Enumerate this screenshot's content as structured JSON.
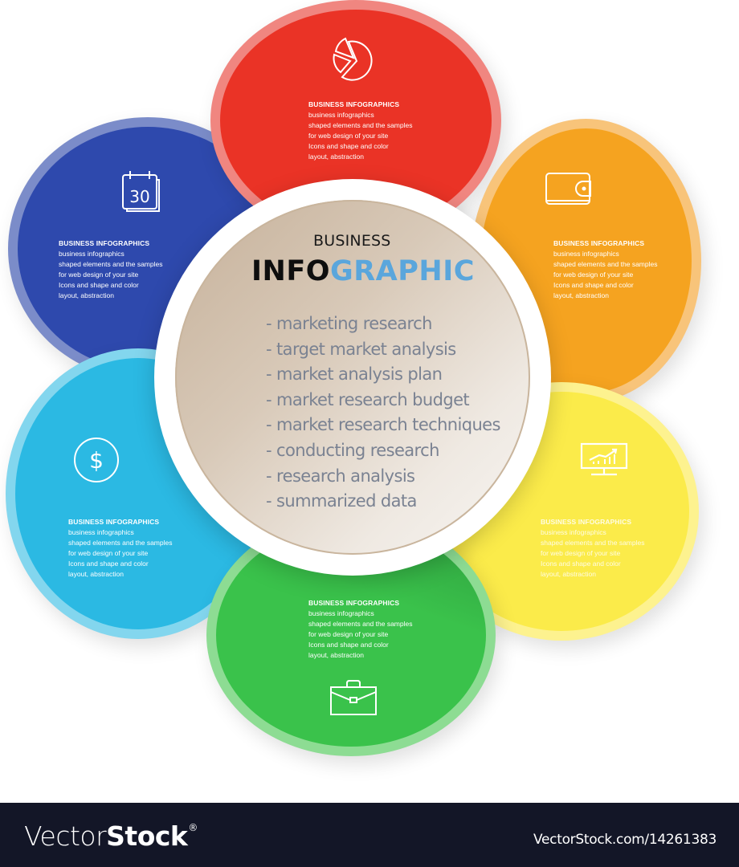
{
  "center": {
    "business_label": "BUSINESS",
    "title_dark": "INFO",
    "title_accent": "GRAPHIC",
    "accent_color": "#5aa6dc",
    "items": [
      "- marketing research",
      "- target market analysis",
      "- market analysis plan",
      "- market research budget",
      "- market research techniques",
      "- conducting research",
      "- research analysis",
      "- summarized data"
    ]
  },
  "petals": [
    {
      "position": "top",
      "color": "#ea3326",
      "ring_color": "#f08680",
      "icon": "pie-chart-icon",
      "title": "BUSINESS INFOGRAPHICS",
      "lines": [
        "business infographics",
        "shaped elements and the samples",
        "for web design of your site",
        "Icons and shape and color",
        "layout, abstraction"
      ]
    },
    {
      "position": "top-right",
      "color": "#f5a320",
      "ring_color": "#f8c47a",
      "icon": "wallet-icon",
      "title": "BUSINESS INFOGRAPHICS",
      "lines": [
        "business infographics",
        "shaped elements and the samples",
        "for web design of your site",
        "Icons and shape and color",
        "layout, abstraction"
      ]
    },
    {
      "position": "bottom-right",
      "color": "#fbeb4a",
      "ring_color": "#fdf28f",
      "icon": "monitor-chart-icon",
      "title": "BUSINESS INFOGRAPHICS",
      "lines": [
        "business infographics",
        "shaped elements and the samples",
        "for web design of your site",
        "Icons and shape and color",
        "layout, abstraction"
      ]
    },
    {
      "position": "bottom",
      "color": "#3ac24b",
      "ring_color": "#8ddc93",
      "icon": "briefcase-icon",
      "title": "BUSINESS INFOGRAPHICS",
      "lines": [
        "business infographics",
        "shaped elements and the samples",
        "for web design of your site",
        "Icons and shape and color",
        "layout, abstraction"
      ]
    },
    {
      "position": "bottom-left",
      "color": "#2bb9e3",
      "ring_color": "#83d6ee",
      "icon": "dollar-icon",
      "title": "BUSINESS INFOGRAPHICS",
      "lines": [
        "business infographics",
        "shaped elements and the samples",
        "for web design of your site",
        "Icons and shape and color",
        "layout, abstraction"
      ]
    },
    {
      "position": "top-left",
      "color": "#2e49ad",
      "ring_color": "#7b8cc9",
      "icon": "calendar-icon",
      "calendar_day": "30",
      "title": "BUSINESS INFOGRAPHICS",
      "lines": [
        "business infographics",
        "shaped elements and the samples",
        "for web design of your site",
        "Icons and shape and color",
        "layout, abstraction"
      ]
    }
  ],
  "footer": {
    "logo_light": "Vector",
    "logo_bold": "Stock",
    "logo_mark": "®",
    "image_id_text": "VectorStock.com/14261383"
  }
}
